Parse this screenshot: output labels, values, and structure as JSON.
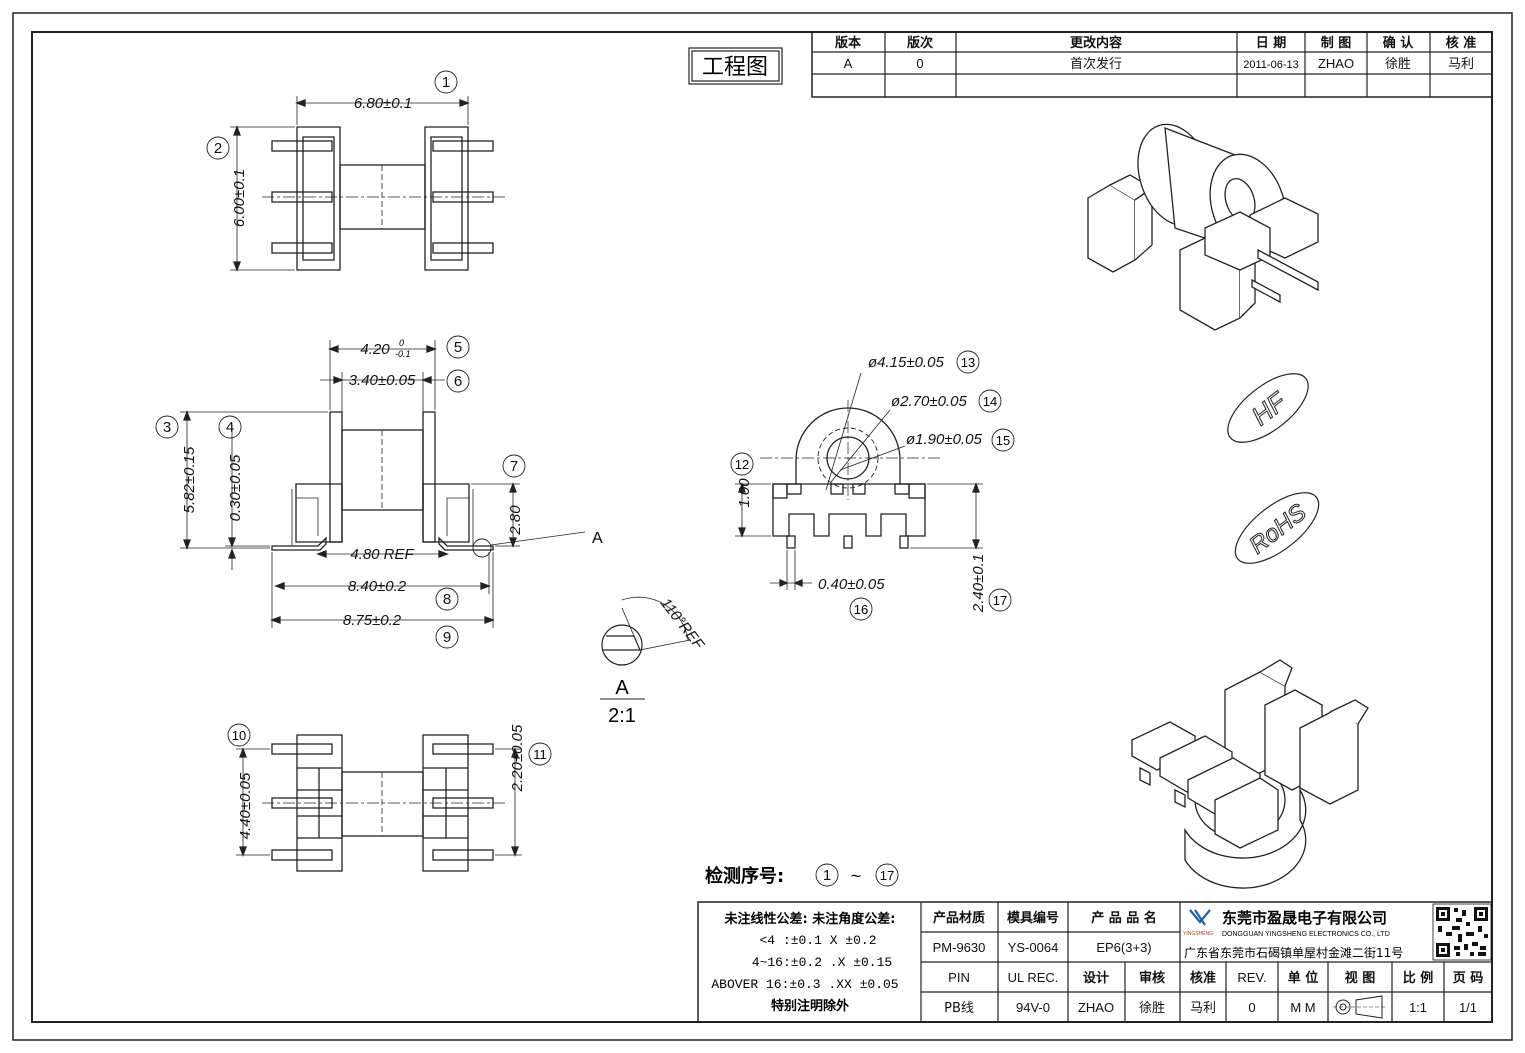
{
  "stamp": "工程图",
  "revision_table": {
    "headers": [
      "版本",
      "版次",
      "更改内容",
      "日 期",
      "制 图",
      "确 认",
      "核 准"
    ],
    "row": [
      "A",
      "0",
      "首次发行",
      "2011-06-13",
      "ZHAO",
      "徐胜",
      "马利"
    ]
  },
  "dims": {
    "top_width": "6.80±0.1",
    "top_height": "6.00±0.1",
    "w_420": "4.20",
    "w_420_tol_upper": "0",
    "w_420_tol_lower": "-0.1",
    "w_340": "3.40±0.05",
    "h_582": "5.82±0.15",
    "h_030": "0.30±0.05",
    "h_280": "2.80",
    "ref_480": "4.80 REF",
    "w_840": "8.40±0.2",
    "w_875": "8.75±0.2",
    "detail_label": "A",
    "angle": "110°REF",
    "detail_scale": "2:1",
    "d_415": "ø4.15±0.05",
    "d_270": "ø2.70±0.05",
    "d_190": "ø1.90±0.05",
    "h_100": "1.00",
    "w_040": "0.40±0.05",
    "h_240": "2.40±0.1",
    "h_440": "4.40±0.05",
    "h_220": "2.20±0.05"
  },
  "balloons": [
    "1",
    "2",
    "3",
    "4",
    "5",
    "6",
    "7",
    "8",
    "9",
    "10",
    "11",
    "12",
    "13",
    "14",
    "15",
    "16",
    "17"
  ],
  "logos": {
    "hf": "HF",
    "rohs": "RoHS"
  },
  "inspection": {
    "label": "检测序号:",
    "from": "1",
    "sep": "~",
    "to": "17"
  },
  "tolerance": {
    "title": "未注线性公差:  未注角度公差:",
    "l1": "<4 :±0.1   X ±0.2",
    "l2": "4~16:±0.2  .X ±0.15",
    "l3": "ABOVER 16:±0.3  .XX ±0.05",
    "l4": "特别注明除外"
  },
  "title_block": {
    "h_material": "产品材质",
    "h_mold": "模具编号",
    "h_name": "产 品 品 名",
    "v_material": "PM-9630",
    "v_mold": "YS-0064",
    "v_name": "EP6(3+3)",
    "h_pin": "PIN",
    "h_ul": "UL REC.",
    "h_design": "设计",
    "h_review": "审核",
    "h_approve": "核准",
    "h_rev": "REV.",
    "h_unit": "单 位",
    "h_view": "视 图",
    "h_scale": "比 例",
    "h_page": "页 码",
    "v_pin": "PB线",
    "v_ul": "94V-0",
    "v_design": "ZHAO",
    "v_review": "徐胜",
    "v_approve": "马利",
    "v_rev": "0",
    "v_unit": "M M",
    "v_scale": "1:1",
    "v_page": "1/1"
  },
  "company": {
    "name_cn": "东莞市盈晟电子有限公司",
    "name_en": "DONGGUAN YINGSHENG ELECTRONICS CO., LTD",
    "address": "广东省东莞市石碣镇单屋村金滩二街11号",
    "brand": "YINGSHENG"
  }
}
